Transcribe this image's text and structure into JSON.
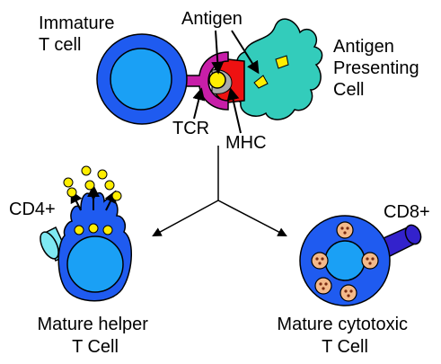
{
  "labels": {
    "immature_t_cell": [
      "Immature",
      "T cell"
    ],
    "antigen": "Antigen",
    "antigen_presenting_cell": [
      "Antigen",
      "Presenting",
      "Cell"
    ],
    "tcr": "TCR",
    "mhc": "MHC",
    "cd4": "CD4+",
    "cd8": "CD8+",
    "mature_helper": [
      "Mature helper",
      "T Cell"
    ],
    "mature_cytotoxic": [
      "Mature cytotoxic",
      "T Cell"
    ]
  },
  "colors": {
    "cell_outer": "#1f5bf0",
    "cell_inner": "#1aa0f5",
    "outline": "#000000",
    "apc": "#33ccbb",
    "antigen": "#ffee00",
    "tcr": "#c71ea8",
    "mhc": "#ee1111",
    "cd4": "#7ee8f2",
    "cd8": "#3322cc",
    "granule": "#f3b98a",
    "granule_dot": "#7a2a10"
  }
}
